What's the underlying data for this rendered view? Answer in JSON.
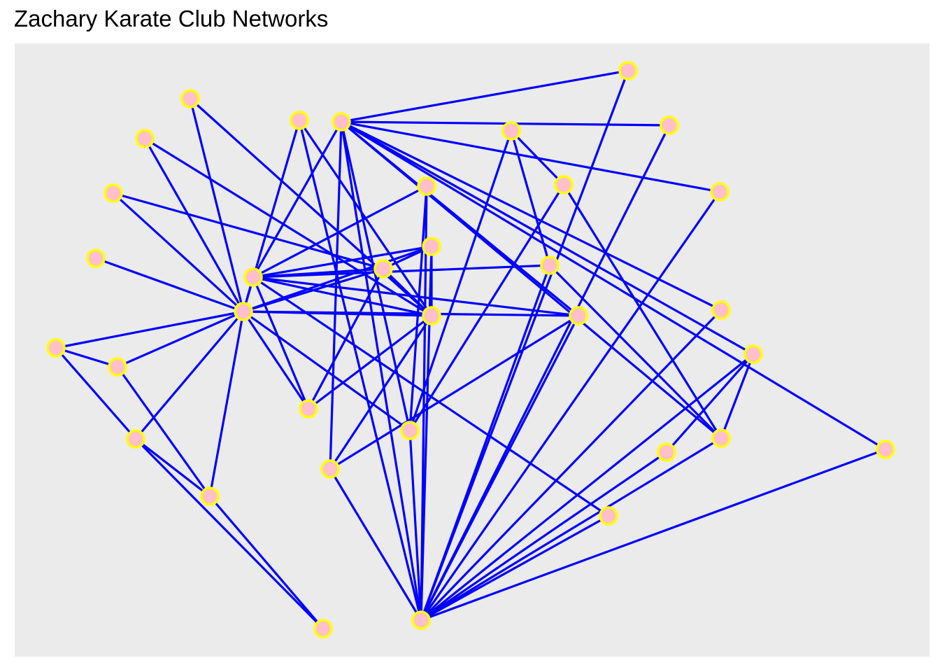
{
  "title": "Zachary Karate Club Networks",
  "colors": {
    "panel": "#ebebeb",
    "edge": "#0000ff",
    "node_fill": "#ffc0cb",
    "node_stroke": "#ffff00"
  },
  "graph": {
    "nodes": [
      "n1",
      "n2",
      "n3",
      "n4",
      "n5",
      "n6",
      "n7",
      "n8",
      "n9",
      "n10",
      "n11",
      "n12",
      "n13",
      "n14",
      "n15",
      "n16",
      "n17",
      "n18",
      "n19",
      "n20",
      "n21",
      "n22",
      "n23",
      "n24",
      "n25",
      "n26",
      "n27",
      "n28",
      "n29",
      "n30",
      "n31",
      "n32",
      "n33",
      "n34"
    ],
    "edges": [
      [
        "n1",
        "n2"
      ],
      [
        "n1",
        "n3"
      ],
      [
        "n1",
        "n4"
      ],
      [
        "n1",
        "n5"
      ],
      [
        "n1",
        "n6"
      ],
      [
        "n1",
        "n7"
      ],
      [
        "n1",
        "n8"
      ],
      [
        "n1",
        "n9"
      ],
      [
        "n1",
        "n11"
      ],
      [
        "n1",
        "n12"
      ],
      [
        "n1",
        "n13"
      ],
      [
        "n1",
        "n14"
      ],
      [
        "n1",
        "n18"
      ],
      [
        "n1",
        "n20"
      ],
      [
        "n1",
        "n22"
      ],
      [
        "n1",
        "n32"
      ],
      [
        "n2",
        "n3"
      ],
      [
        "n2",
        "n4"
      ],
      [
        "n2",
        "n8"
      ],
      [
        "n2",
        "n14"
      ],
      [
        "n2",
        "n18"
      ],
      [
        "n2",
        "n20"
      ],
      [
        "n2",
        "n22"
      ],
      [
        "n2",
        "n31"
      ],
      [
        "n3",
        "n4"
      ],
      [
        "n3",
        "n8"
      ],
      [
        "n3",
        "n9"
      ],
      [
        "n3",
        "n10"
      ],
      [
        "n3",
        "n14"
      ],
      [
        "n3",
        "n28"
      ],
      [
        "n3",
        "n29"
      ],
      [
        "n3",
        "n33"
      ],
      [
        "n4",
        "n8"
      ],
      [
        "n4",
        "n13"
      ],
      [
        "n4",
        "n14"
      ],
      [
        "n5",
        "n7"
      ],
      [
        "n5",
        "n11"
      ],
      [
        "n6",
        "n7"
      ],
      [
        "n6",
        "n11"
      ],
      [
        "n6",
        "n17"
      ],
      [
        "n7",
        "n17"
      ],
      [
        "n9",
        "n31"
      ],
      [
        "n9",
        "n33"
      ],
      [
        "n9",
        "n34"
      ],
      [
        "n10",
        "n34"
      ],
      [
        "n14",
        "n34"
      ],
      [
        "n15",
        "n33"
      ],
      [
        "n15",
        "n34"
      ],
      [
        "n16",
        "n33"
      ],
      [
        "n16",
        "n34"
      ],
      [
        "n19",
        "n33"
      ],
      [
        "n19",
        "n34"
      ],
      [
        "n20",
        "n34"
      ],
      [
        "n21",
        "n33"
      ],
      [
        "n21",
        "n34"
      ],
      [
        "n23",
        "n33"
      ],
      [
        "n23",
        "n34"
      ],
      [
        "n24",
        "n26"
      ],
      [
        "n24",
        "n28"
      ],
      [
        "n24",
        "n30"
      ],
      [
        "n24",
        "n33"
      ],
      [
        "n24",
        "n34"
      ],
      [
        "n25",
        "n26"
      ],
      [
        "n25",
        "n28"
      ],
      [
        "n25",
        "n32"
      ],
      [
        "n26",
        "n32"
      ],
      [
        "n27",
        "n30"
      ],
      [
        "n27",
        "n34"
      ],
      [
        "n28",
        "n34"
      ],
      [
        "n29",
        "n32"
      ],
      [
        "n29",
        "n34"
      ],
      [
        "n30",
        "n33"
      ],
      [
        "n30",
        "n34"
      ],
      [
        "n31",
        "n33"
      ],
      [
        "n31",
        "n34"
      ],
      [
        "n32",
        "n33"
      ],
      [
        "n32",
        "n34"
      ],
      [
        "n33",
        "n34"
      ]
    ]
  }
}
